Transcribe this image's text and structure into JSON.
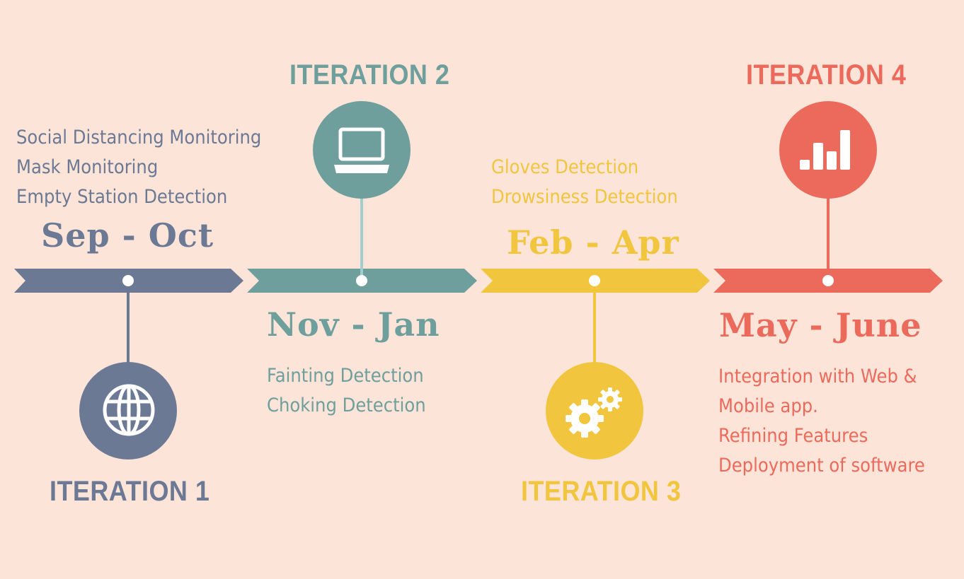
{
  "colors": {
    "background": "#fce5d8",
    "iteration_1": "#6c7995",
    "iteration_2": "#6e9f9d",
    "iteration_3": "#f2c53e",
    "iteration_4": "#ec6a5c"
  },
  "iterations": [
    {
      "title": "ITERATION 1",
      "period": "Sep - Oct",
      "icon": "globe-icon",
      "features": [
        "Social Distancing Monitoring",
        "Mask Monitoring",
        "Empty Station Detection"
      ]
    },
    {
      "title": "ITERATION 2",
      "period": "Nov - Jan",
      "icon": "laptop-icon",
      "features": [
        "Fainting Detection",
        "Choking Detection"
      ]
    },
    {
      "title": "ITERATION 3",
      "period": "Feb - Apr",
      "icon": "gears-icon",
      "features": [
        "Gloves Detection",
        "Drowsiness Detection"
      ]
    },
    {
      "title": "ITERATION 4",
      "period": "May - June",
      "icon": "bar-chart-icon",
      "features": [
        "Integration with Web &",
        "Mobile app.",
        "Refining Features",
        "Deployment of software"
      ]
    }
  ]
}
